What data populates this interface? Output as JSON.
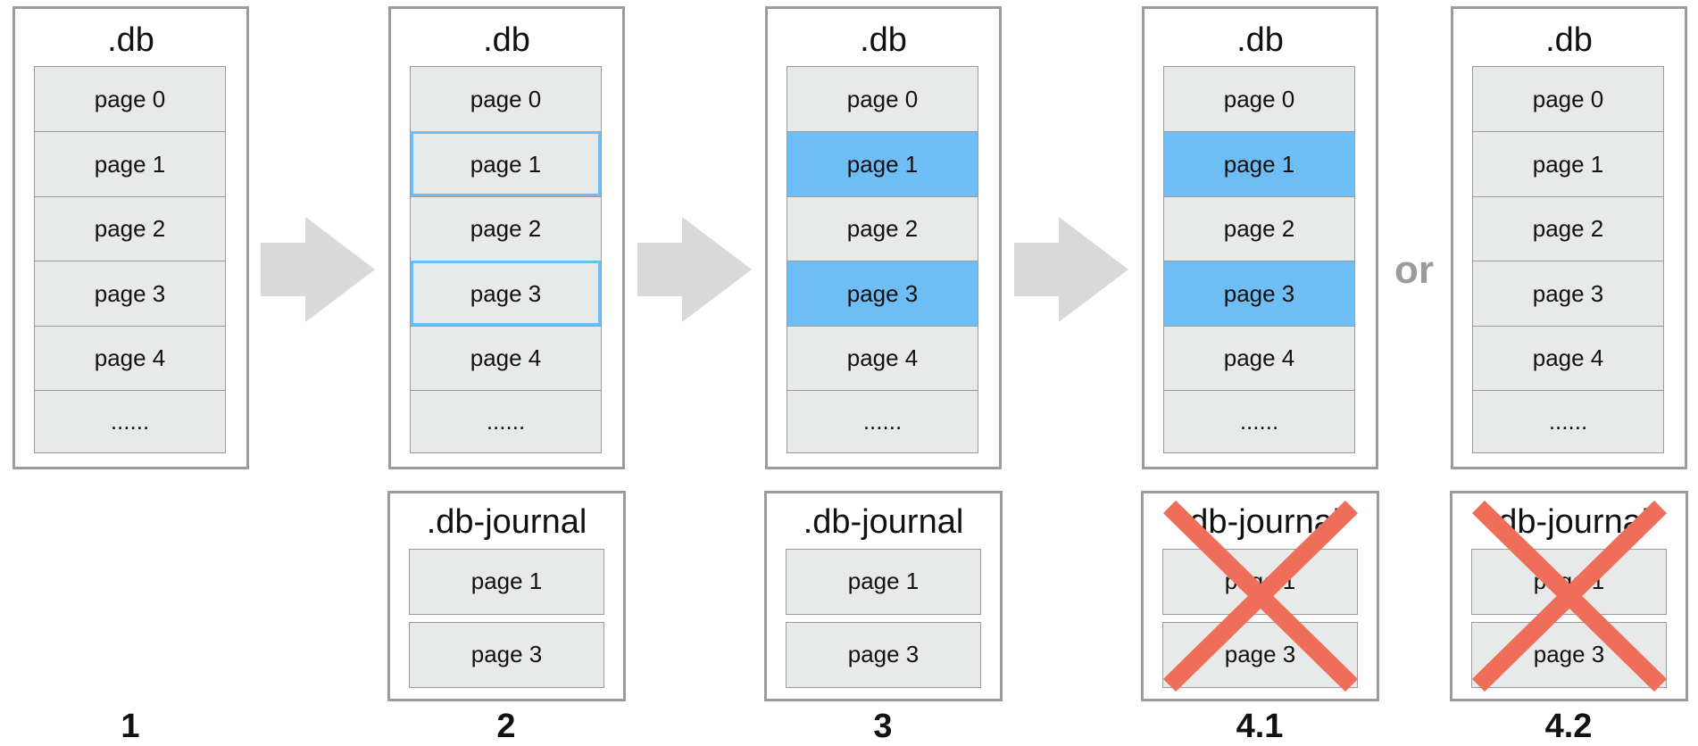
{
  "labels": {
    "db": ".db",
    "journal": ".db-journal",
    "or": "or",
    "pages": [
      "page 0",
      "page 1",
      "page 2",
      "page 3",
      "page 4",
      "......"
    ],
    "journal_pages": [
      "page 1",
      "page 3"
    ]
  },
  "steps": [
    {
      "label": "1",
      "db_marked": [],
      "db_dirty": [],
      "journal": "none"
    },
    {
      "label": "2",
      "db_marked": [
        1,
        3
      ],
      "db_dirty": [],
      "journal": "present"
    },
    {
      "label": "3",
      "db_marked": [],
      "db_dirty": [
        1,
        3
      ],
      "journal": "present"
    },
    {
      "label": "4.1",
      "db_marked": [],
      "db_dirty": [
        1,
        3
      ],
      "journal": "deleted"
    },
    {
      "label": "4.2",
      "db_marked": [],
      "db_dirty": [],
      "journal": "deleted"
    }
  ],
  "colors": {
    "dirty_page": "#6fbdf5",
    "page_fill": "#e8e9e9",
    "border": "#9b9b9b",
    "arrow": "#d9d9d9",
    "cross": "#ee6e5a"
  },
  "icons": {
    "arrow": "right-arrow-icon",
    "delete": "x-cross-icon"
  }
}
